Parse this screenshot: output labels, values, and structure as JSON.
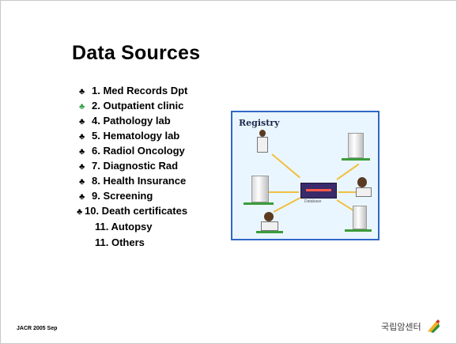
{
  "slide": {
    "title": "Data Sources",
    "sources": [
      {
        "bullet": "♣",
        "bullet_color": "black",
        "label": "1. Med Records Dpt"
      },
      {
        "bullet": "♣",
        "bullet_color": "green",
        "label": "2. Outpatient clinic"
      },
      {
        "bullet": "♣",
        "bullet_color": "black",
        "label": "4. Pathology lab"
      },
      {
        "bullet": "♣",
        "bullet_color": "black",
        "label": "5. Hematology lab"
      },
      {
        "bullet": "♣",
        "bullet_color": "black",
        "label": "6. Radiol Oncology"
      },
      {
        "bullet": "♣",
        "bullet_color": "black",
        "label": "7. Diagnostic Rad"
      },
      {
        "bullet": "♣",
        "bullet_color": "black",
        "label": "8. Health Insurance"
      },
      {
        "bullet": "♣",
        "bullet_color": "black",
        "label": "9. Screening"
      },
      {
        "bullet": "♣",
        "bullet_color": "black",
        "label": "10. Death certificates"
      },
      {
        "bullet": "",
        "bullet_color": "none",
        "label": "11. Autopsy"
      },
      {
        "bullet": "",
        "bullet_color": "none",
        "label": "11. Others"
      }
    ],
    "diagram": {
      "label": "Registry",
      "center_caption": "Database"
    },
    "footer": "JACR 2005 Sep",
    "logo_text": "국립암센터"
  }
}
